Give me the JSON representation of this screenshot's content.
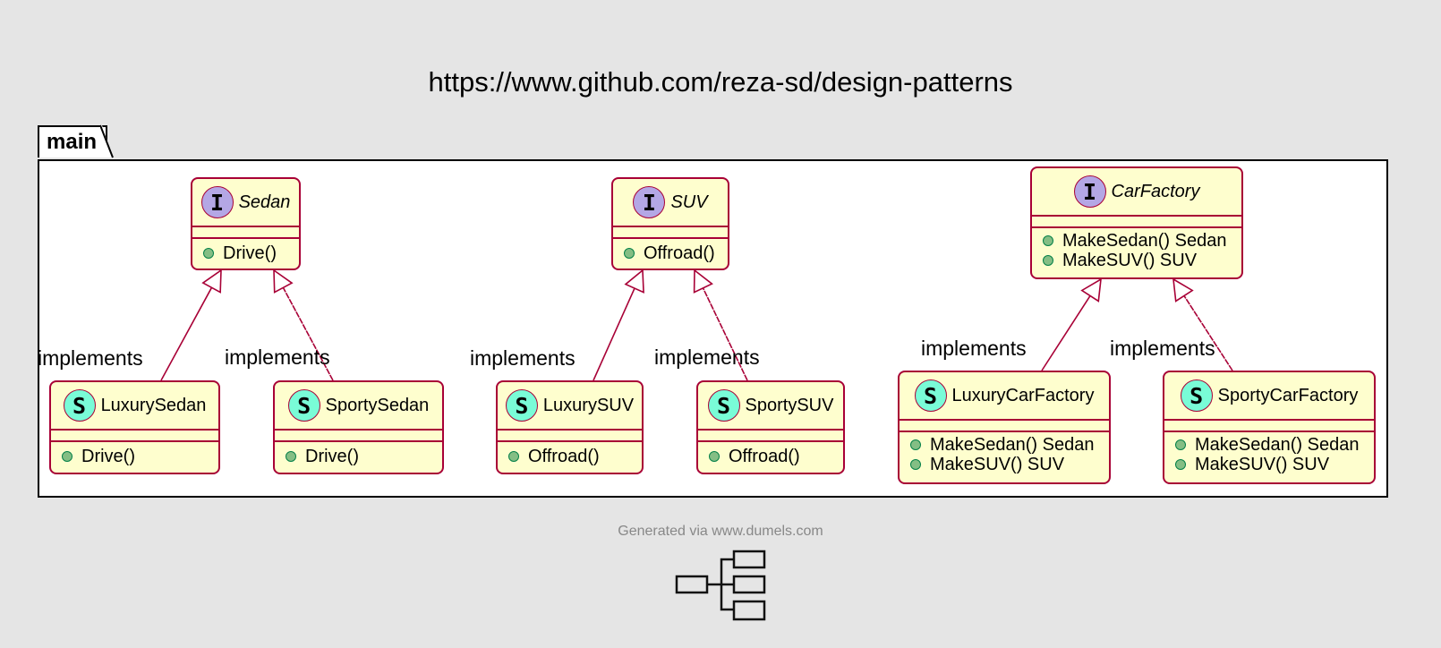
{
  "title": "https://www.github.com/reza-sd/design-patterns",
  "package": {
    "name": "main"
  },
  "nodes": {
    "sedan": {
      "stereotype": "I",
      "name": "Sedan",
      "methods": [
        "Drive()"
      ]
    },
    "suv": {
      "stereotype": "I",
      "name": "SUV",
      "methods": [
        "Offroad()"
      ]
    },
    "car_factory": {
      "stereotype": "I",
      "name": "CarFactory",
      "methods": [
        "MakeSedan() Sedan",
        "MakeSUV() SUV"
      ]
    },
    "luxury_sedan": {
      "stereotype": "S",
      "name": "LuxurySedan",
      "methods": [
        "Drive()"
      ]
    },
    "sporty_sedan": {
      "stereotype": "S",
      "name": "SportySedan",
      "methods": [
        "Drive()"
      ]
    },
    "luxury_suv": {
      "stereotype": "S",
      "name": "LuxurySUV",
      "methods": [
        "Offroad()"
      ]
    },
    "sporty_suv": {
      "stereotype": "S",
      "name": "SportySUV",
      "methods": [
        "Offroad()"
      ]
    },
    "luxury_car_factory": {
      "stereotype": "S",
      "name": "LuxuryCarFactory",
      "methods": [
        "MakeSedan() Sedan",
        "MakeSUV() SUV"
      ]
    },
    "sporty_car_factory": {
      "stereotype": "S",
      "name": "SportyCarFactory",
      "methods": [
        "MakeSedan() Sedan",
        "MakeSUV() SUV"
      ]
    }
  },
  "edges": [
    {
      "from": "LuxurySedan",
      "to": "Sedan",
      "label": "implements"
    },
    {
      "from": "SportySedan",
      "to": "Sedan",
      "label": "implements"
    },
    {
      "from": "LuxurySUV",
      "to": "SUV",
      "label": "implements"
    },
    {
      "from": "SportySUV",
      "to": "SUV",
      "label": "implements"
    },
    {
      "from": "LuxuryCarFactory",
      "to": "CarFactory",
      "label": "implements"
    },
    {
      "from": "SportyCarFactory",
      "to": "CarFactory",
      "label": "implements"
    }
  ],
  "footer": {
    "text": "Generated via www.dumels.com",
    "logo_icon": "diagram-logo-icon"
  },
  "colors": {
    "node_fill": "#fefece",
    "node_border": "#a80036",
    "interface_circle": "#b4a7e5",
    "struct_circle": "#79fcd7",
    "method_dot": "#84be84",
    "background": "#e5e5e5"
  }
}
